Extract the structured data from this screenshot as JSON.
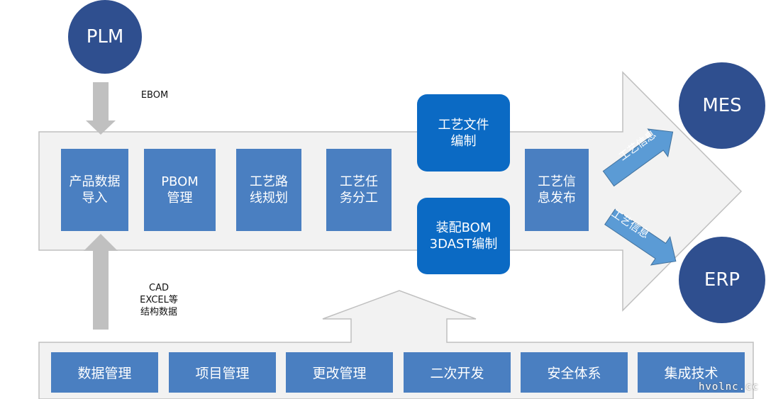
{
  "systems": {
    "plm": "PLM",
    "mes": "MES",
    "erp": "ERP"
  },
  "labels": {
    "ebom": "EBOM",
    "cad": "CAD\nEXCEL等\n结构数据"
  },
  "steps": [
    "产品数据\n导入",
    "PBOM\n管理",
    "工艺路\n线规划",
    "工艺任\n务分工",
    "工艺信\n息发布"
  ],
  "rounded": [
    "工艺文件\n编制",
    "装配BOM\n3DAST编制"
  ],
  "arrow_labels": [
    "工艺信息",
    "工艺信息"
  ],
  "platform": [
    "数据管理",
    "项目管理",
    "更改管理",
    "二次开发",
    "安全体系",
    "集成技术"
  ],
  "watermark": "hvolnc.cc"
}
